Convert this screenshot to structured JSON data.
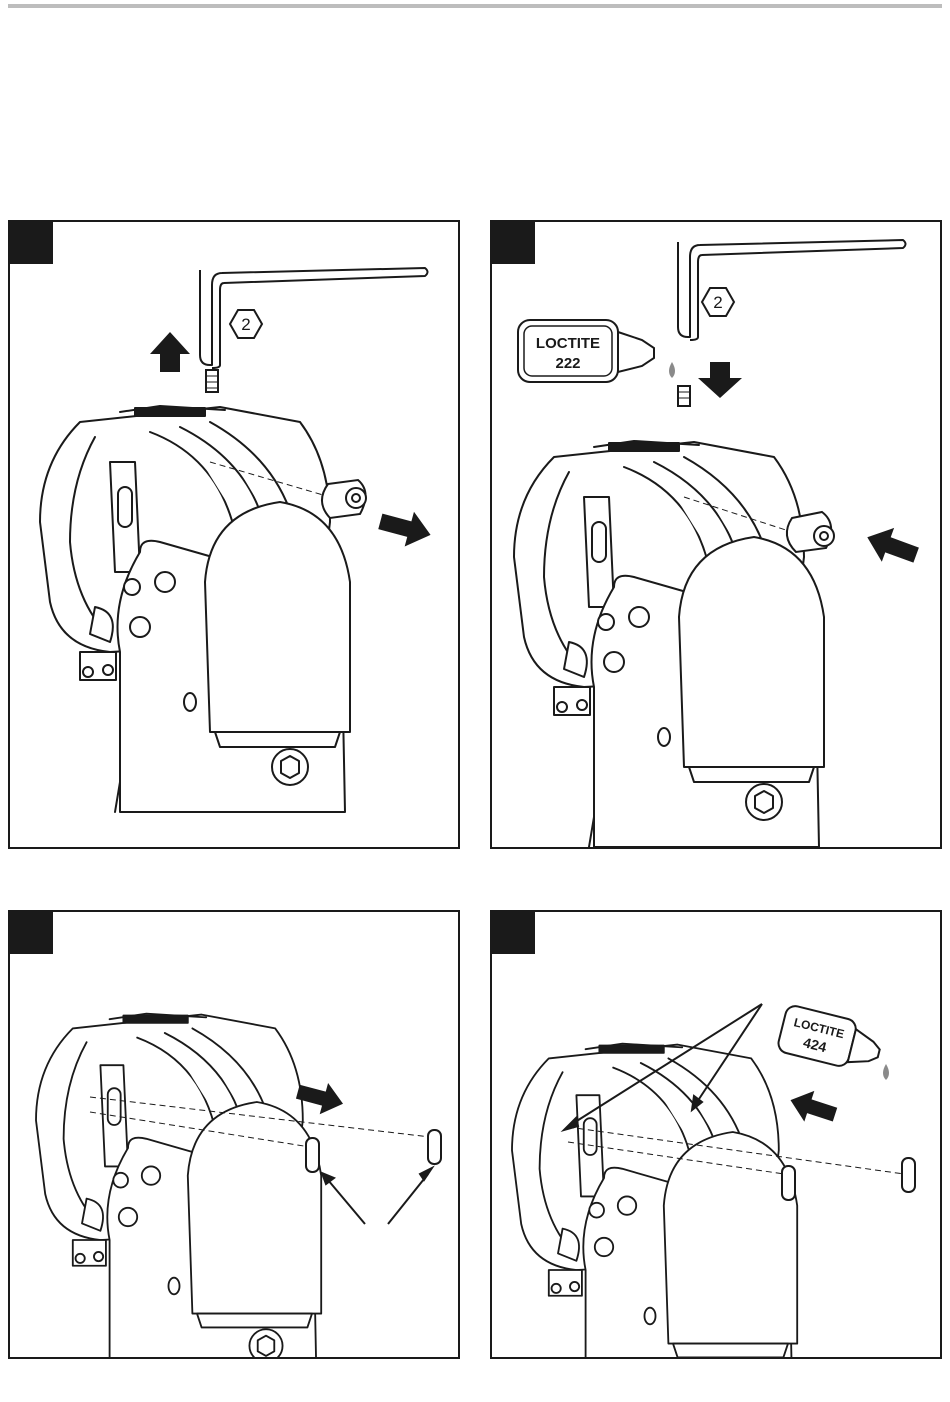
{
  "colors": {
    "line": "#1a1a1a",
    "rule": "#bdbdbd",
    "fill": "#ffffff",
    "drop": "#8a8a8a"
  },
  "panels": [
    {
      "id": "step-1",
      "hex_key_size": "2",
      "arrows": [
        "up-arrow",
        "right-arrow"
      ]
    },
    {
      "id": "step-2",
      "hex_key_size": "2",
      "adhesive": {
        "brand": "LOCTITE",
        "grade": "222"
      },
      "arrows": [
        "down-arrow",
        "left-arrow"
      ]
    },
    {
      "id": "step-3",
      "arrows": [
        "right-arrow"
      ],
      "callout_count": 2
    },
    {
      "id": "step-4",
      "adhesive": {
        "brand": "LOCTITE",
        "grade": "424"
      },
      "arrows": [
        "left-arrow"
      ],
      "callout_count": 2
    }
  ],
  "icons": [
    "hex-key-icon",
    "loctite-bottle-icon",
    "glue-drop-icon",
    "set-screw-icon",
    "roller-icon",
    "pin-icon",
    "hex-bolt-icon",
    "motion-arrow-icon"
  ]
}
